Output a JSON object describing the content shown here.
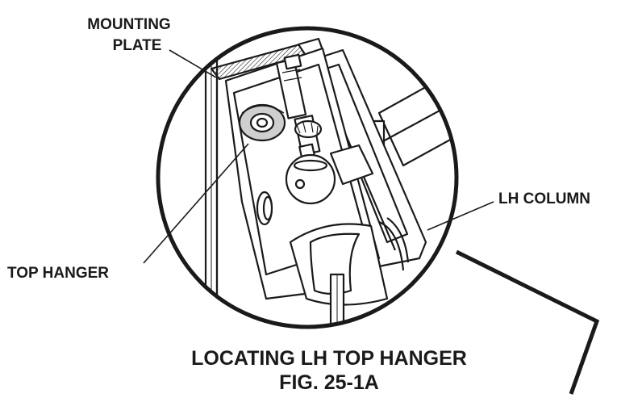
{
  "labels": {
    "mounting_plate_line1": "MOUNTING",
    "mounting_plate_line2": "PLATE",
    "top_hanger": "TOP HANGER",
    "lh_column": "LH COLUMN"
  },
  "caption": {
    "title": "LOCATING LH TOP HANGER",
    "figure": "FIG. 25-1A"
  }
}
